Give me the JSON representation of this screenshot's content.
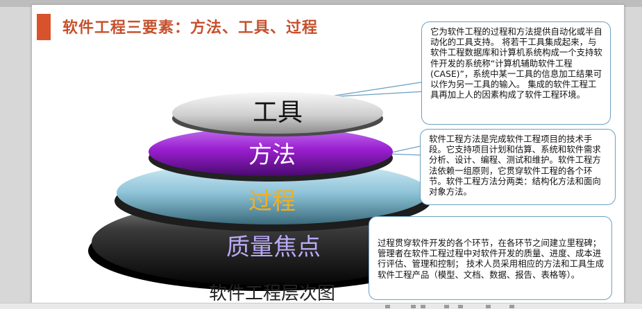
{
  "slide": {
    "title": "软件工程三要素：方法、工具、过程",
    "layers": {
      "tools": "工具",
      "methods": "方法",
      "process": "过程",
      "quality": "质量焦点"
    },
    "caption": "软件工程层次图",
    "callouts": {
      "tools": "它为软件工程的过程和方法提供自动化或半自动化的工具支持。 将若干工具集成起来，与软件工程数据库和计算机系统构成一个支持软件开发的系统称“计算机辅助软件工程(CASE)”，系统中某一工具的信息加工结果可以作为另一工具的输入。 集成的软件工程工具再加上人的因素构成了软件工程环境。",
      "methods": "软件工程方法是完成软件工程项目的技术手段。它支持项目计划和估算、系统和软件需求分析、设计、编程、测试和维护。软件工程方法依赖一组原则，它贯穿软件工程的各个环节。软件工程方法分两类：结构化方法和面向对象方法。",
      "process": "过程贯穿软件开发的各个环节，在各环节之间建立里程碑； 管理者在软件工程过程中对软件开发的质量、进度、成本进行评估、管理和控制； 技术人员采用相应的方法和工具生成软件工程产品（模型、文档、数据、报告、表格等）。"
    }
  },
  "colors": {
    "title": "#c6502c",
    "accent": "#d8532b",
    "tools_layer": "#c8c8c8",
    "methods_layer": "#9a1fd0",
    "process_layer": "#8fc4d8",
    "quality_layer": "#151515",
    "methods_text": "#ffffff",
    "process_text": "#f0b020",
    "quality_text": "#b9aaf5",
    "callout_border": "#6aa0c0"
  }
}
